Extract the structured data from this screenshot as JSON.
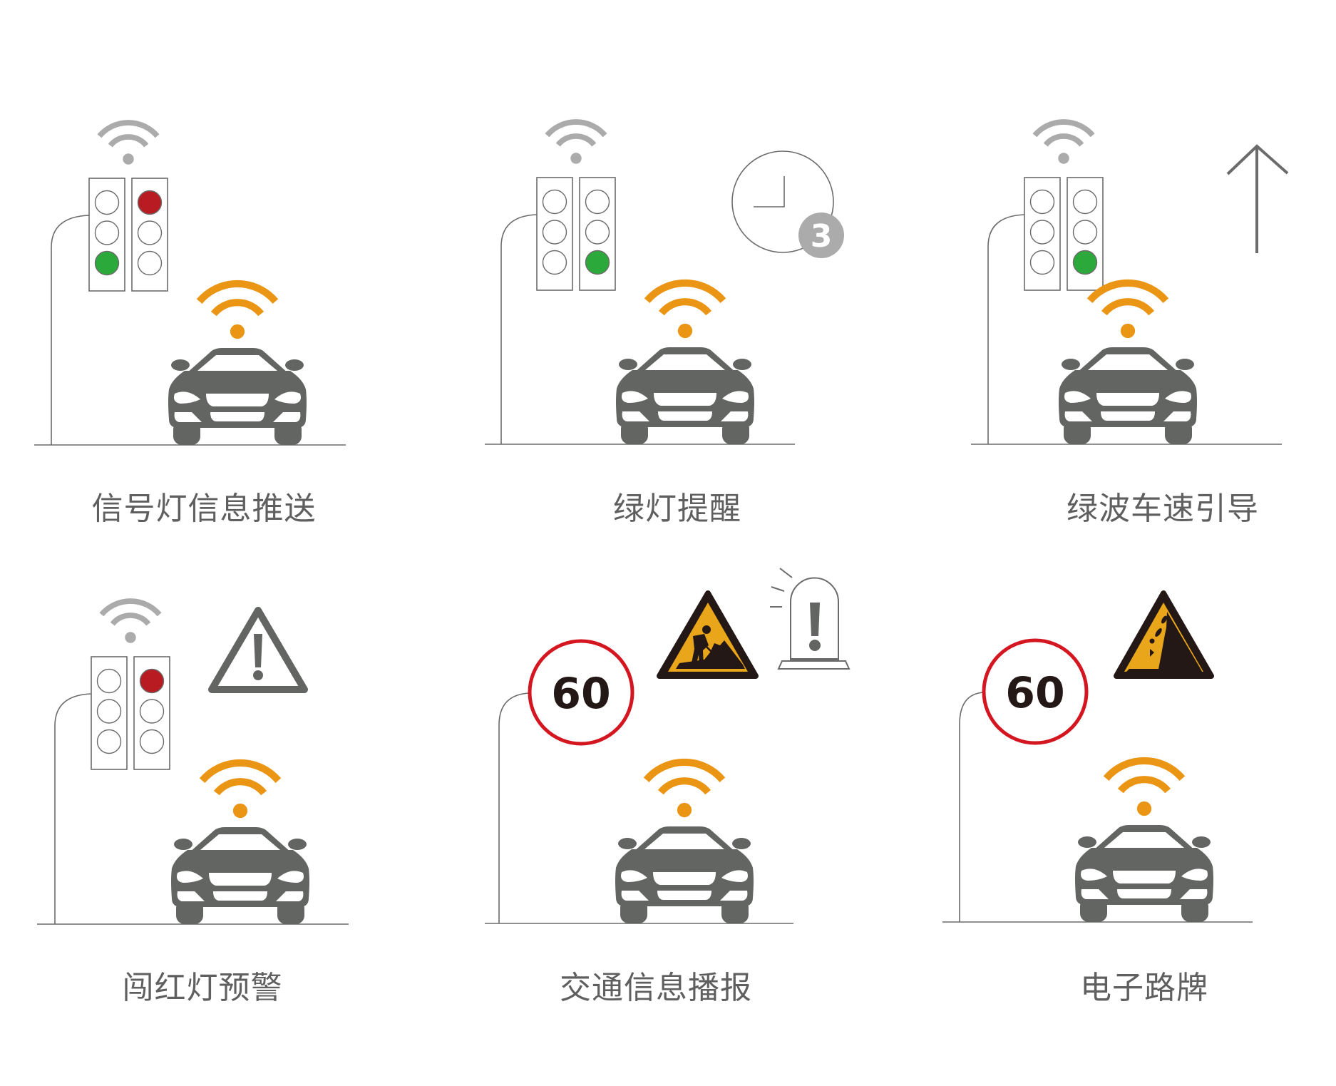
{
  "colors": {
    "line": "#6b6b6b",
    "grey_wifi": "#ababab",
    "car_wifi": "#ea9514",
    "car": "#636563",
    "light_red": "#b81c22",
    "light_green": "#2ca93b",
    "sign_red": "#d3161f",
    "sign_yellow": "#eaa61a",
    "sign_black": "#231815",
    "badge": "#ababab",
    "label": "#5f5f5f"
  },
  "cells": [
    {
      "id": "signal-info-push",
      "label": "信号灯信息推送",
      "roadside": "traffic-light",
      "lights": {
        "left": [
          "off",
          "off",
          "green"
        ],
        "right": [
          "red",
          "off",
          "off"
        ]
      },
      "extras": []
    },
    {
      "id": "green-light-reminder",
      "label": "绿灯提醒",
      "roadside": "traffic-light",
      "lights": {
        "left": [
          "off",
          "off",
          "off"
        ],
        "right": [
          "off",
          "off",
          "green"
        ]
      },
      "extras": [
        "clock-icon"
      ],
      "countdown": "3"
    },
    {
      "id": "green-wave-speed-guidance",
      "label": "绿波车速引导",
      "roadside": "traffic-light",
      "lights": {
        "left": [
          "off",
          "off",
          "off"
        ],
        "right": [
          "off",
          "off",
          "green"
        ]
      },
      "extras": [
        "up-arrow-icon"
      ]
    },
    {
      "id": "red-light-violation-warning",
      "label": "闯红灯预警",
      "roadside": "traffic-light",
      "lights": {
        "left": [
          "off",
          "off",
          "off"
        ],
        "right": [
          "red",
          "off",
          "off"
        ]
      },
      "extras": [
        "warning-triangle-icon"
      ]
    },
    {
      "id": "traffic-info-broadcast",
      "label": "交通信息播报",
      "roadside": "speed-limit-sign",
      "speed_limit": "60",
      "extras": [
        "road-works-sign-icon",
        "beacon-alert-icon"
      ]
    },
    {
      "id": "electronic-road-sign",
      "label": "电子路牌",
      "roadside": "speed-limit-sign",
      "speed_limit": "60",
      "extras": [
        "falling-rocks-sign-icon"
      ]
    }
  ]
}
